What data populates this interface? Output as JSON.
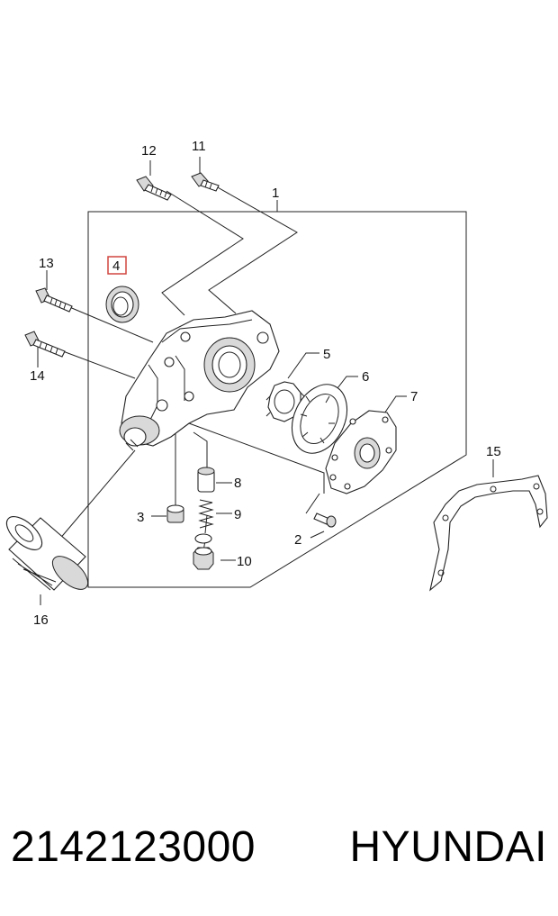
{
  "labels": {
    "c1": "1",
    "c2": "2",
    "c3": "3",
    "c4": "4",
    "c5": "5",
    "c6": "6",
    "c7": "7",
    "c8": "8",
    "c9": "9",
    "c10": "10",
    "c11": "11",
    "c12": "12",
    "c13": "13",
    "c14": "14",
    "c15": "15",
    "c16": "16"
  },
  "highlighted_callout": "4",
  "highlight_color": "#d0453f",
  "footer": {
    "part_number": "2142123000",
    "brand": "HYUNDAI"
  }
}
